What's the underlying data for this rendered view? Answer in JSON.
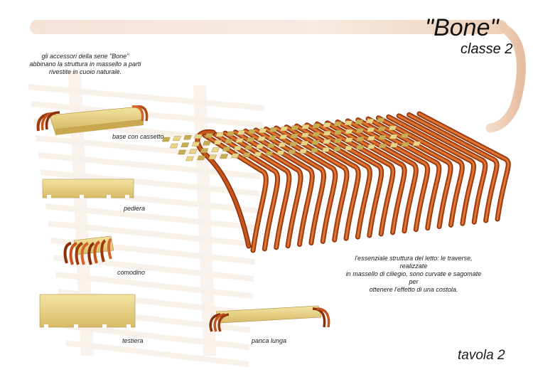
{
  "header": {
    "title": "\"Bone\"",
    "subtitle": "classe 2"
  },
  "intro_note": {
    "lines": [
      "gli accessori della serie \"Bone\"",
      "abbinano la struttura in massello a parti",
      "rivestite in cuoio naturale."
    ]
  },
  "description": {
    "lines": [
      "l'essenziale struttura del letto: le traverse, realizzate",
      "in massello di ciliegio, sono curvate e sagomate per",
      "ottenere l'effetto di una costola."
    ]
  },
  "items": [
    {
      "label": "base con cassetto"
    },
    {
      "label": "pediera"
    },
    {
      "label": "comodino"
    },
    {
      "label": "testiera"
    },
    {
      "label": "panca lunga"
    }
  ],
  "footer": {
    "sheet": "tavola 2"
  },
  "colors": {
    "wood_dark": "#8a2e08",
    "wood_mid": "#c8561c",
    "wood_light": "#e8904a",
    "leather": "#e9d58a",
    "leather_dark": "#c9ad55",
    "ghost": "#f3e6da"
  },
  "icons": [
    "bed-frame-illustration",
    "drawer-base-illustration",
    "footboard-illustration",
    "nightstand-illustration",
    "headboard-illustration",
    "long-bench-illustration",
    "curved-rib-decoration"
  ]
}
